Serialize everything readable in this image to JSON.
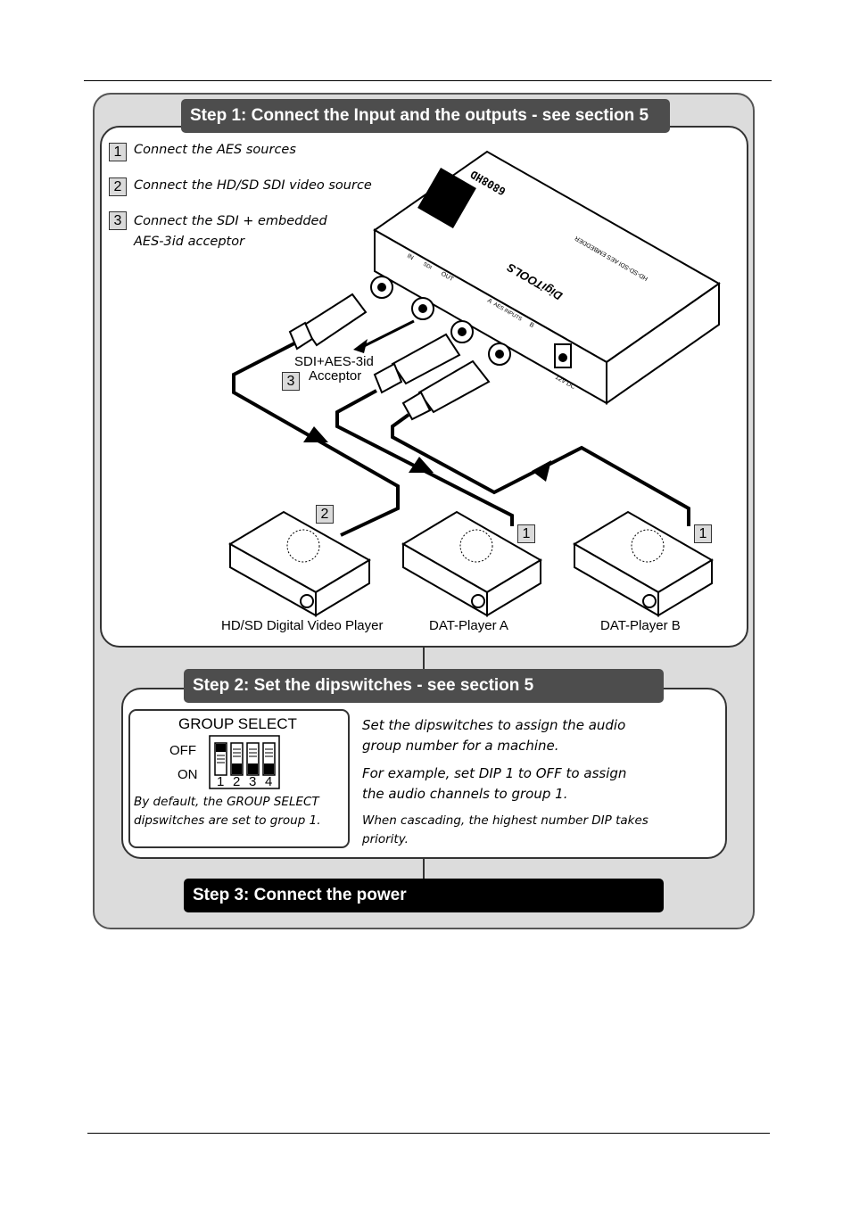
{
  "step1": {
    "title": "Step 1: Connect the Input and the outputs - see section 5",
    "items": [
      {
        "num": "1",
        "text": "Connect the  AES sources"
      },
      {
        "num": "2",
        "text": "Connect the HD/SD SDI video source"
      },
      {
        "num": "3",
        "text": "Connect the SDI + embedded",
        "text2": "AES-3id acceptor"
      }
    ],
    "acceptor_label_1": "SDI+AES-3id",
    "acceptor_label_2": "Acceptor",
    "acceptor_num": "3",
    "players": [
      {
        "label": "HD/SD Digital Video Player",
        "num": "2"
      },
      {
        "label": "DAT-Player A",
        "num": "1"
      },
      {
        "label": "DAT-Player B",
        "num": "1"
      }
    ],
    "device": {
      "model": "6808HD",
      "brand": "DigiTOOLS",
      "subtitle": "HD-SD-SDI AES EMBEDDER",
      "sdi_in": "IN",
      "sdi": "SDI",
      "sdi_out": "OUT",
      "aes_a": "A",
      "aes_inputs": "AES INPUTS",
      "aes_b": "B",
      "power": "12V DC"
    }
  },
  "step2": {
    "title": "Step 2: Set the dipswitches  - see section 5",
    "group_select": "GROUP SELECT",
    "off": "OFF",
    "on": "ON",
    "switch_numbers": [
      "1",
      "2",
      "3",
      "4"
    ],
    "default_line1": "By default, the GROUP SELECT",
    "default_line2": "dipswitches are set to group 1.",
    "p1_line1": "Set the dipswitches to assign the audio",
    "p1_line2": "group number for a machine.",
    "p2_line1": "For example, set DIP 1 to OFF to assign",
    "p2_line2": "the audio channels to group 1.",
    "p3_line1": "When cascading, the highest number DIP takes",
    "p3_line2": "priority."
  },
  "step3": {
    "title": "Step 3: Connect the power"
  }
}
